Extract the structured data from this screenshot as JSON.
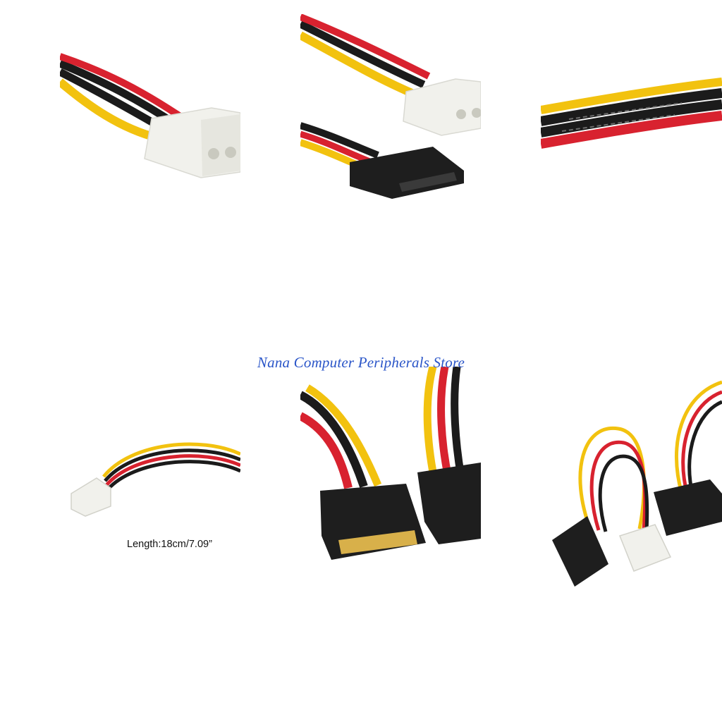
{
  "watermark": {
    "text": "Nana Computer Peripherals Store",
    "color": "#2a55c8"
  },
  "tiles": [
    {
      "name": "molex-connector-closeup",
      "subject": "4-pin Molex connector with yellow, red and black wires"
    },
    {
      "name": "molex-and-sata-connectors",
      "subject": "Molex connector and black SATA power connector"
    },
    {
      "name": "cable-wire-printing-closeup",
      "subject": "close-up of wire bundle with printed text"
    },
    {
      "name": "molex-cable-length",
      "subject": "small 4-pin connector cable"
    },
    {
      "name": "dual-sata-connectors",
      "subject": "two black SATA power connectors with gold pins"
    },
    {
      "name": "y-splitter-cable-overview",
      "subject": "Molex to dual SATA Y splitter cable"
    }
  ],
  "captions": {
    "length": "Length:18cm/7.09”"
  },
  "wire_colors": {
    "yellow": "#f2c20f",
    "red": "#d8222f",
    "black": "#1b1b1b",
    "nylon": "#f1f1ec",
    "connector": "#1e1e1e",
    "gold": "#d8b04a"
  }
}
